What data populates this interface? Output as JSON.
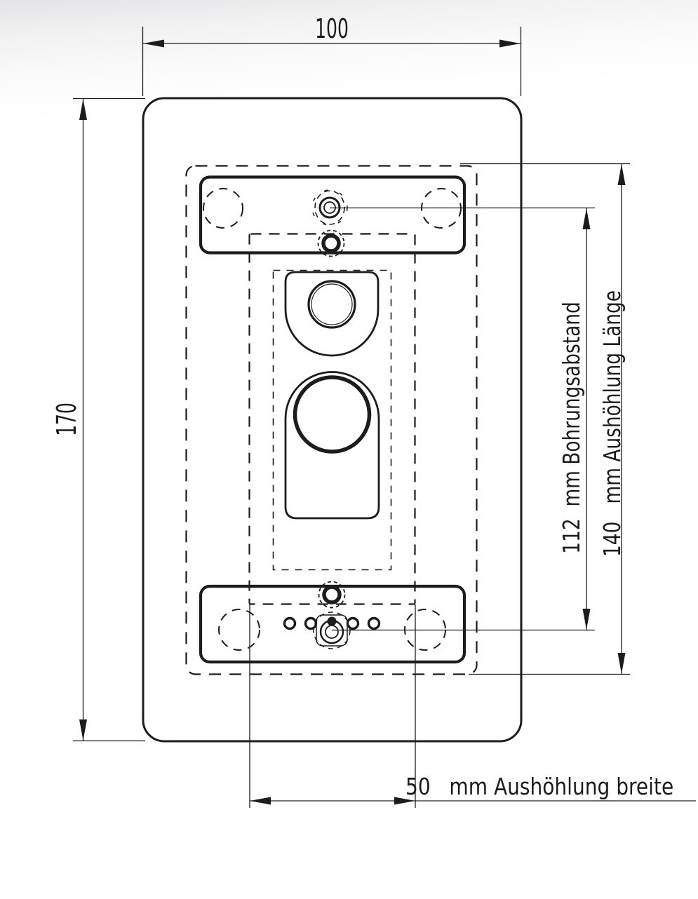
{
  "diagram": {
    "type": "technical-dimension-drawing",
    "labels": {
      "width_top": "100",
      "height_left": "170",
      "bohrungsabstand": "112  mm Bohrungsabstand",
      "aushoehlung_laenge": "140   mm Aushöhlung Länge",
      "aushoehlung_breite": "50   mm Aushöhlung breite"
    },
    "values": {
      "plate_width_mm": 100,
      "plate_height_mm": 170,
      "bohrungsabstand_mm": 112,
      "aushoehlung_laenge_mm": 140,
      "aushoehlung_breite_mm": 50
    },
    "colors": {
      "line": "#1c1c1c",
      "background": "#ffffff"
    }
  }
}
